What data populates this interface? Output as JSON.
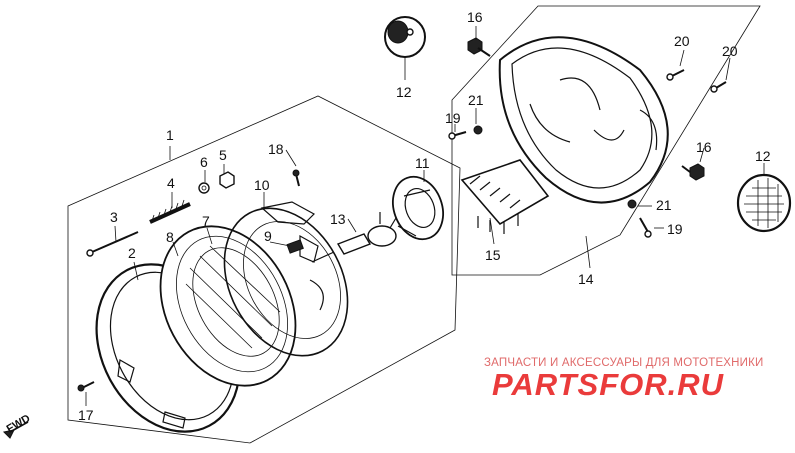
{
  "callouts": {
    "c1": "1",
    "c2": "2",
    "c3": "3",
    "c4": "4",
    "c5": "5",
    "c6": "6",
    "c7": "7",
    "c8": "8",
    "c9": "9",
    "c10": "10",
    "c11": "11",
    "c12a": "12",
    "c12b": "12",
    "c13": "13",
    "c14": "14",
    "c15": "15",
    "c16a": "16",
    "c16b": "16",
    "c17": "17",
    "c18": "18",
    "c19a": "19",
    "c19b": "19",
    "c20a": "20",
    "c20b": "20",
    "c21a": "21",
    "c21b": "21"
  },
  "direction_marker": "FWD",
  "watermark": {
    "subtitle": "ЗАПЧАСТИ И АКСЕССУАРЫ ДЛЯ МОТОТЕХНИКИ",
    "logo": "PARTSFOR.RU"
  },
  "colors": {
    "line": "#111111",
    "watermark": "#ea3b3b"
  }
}
